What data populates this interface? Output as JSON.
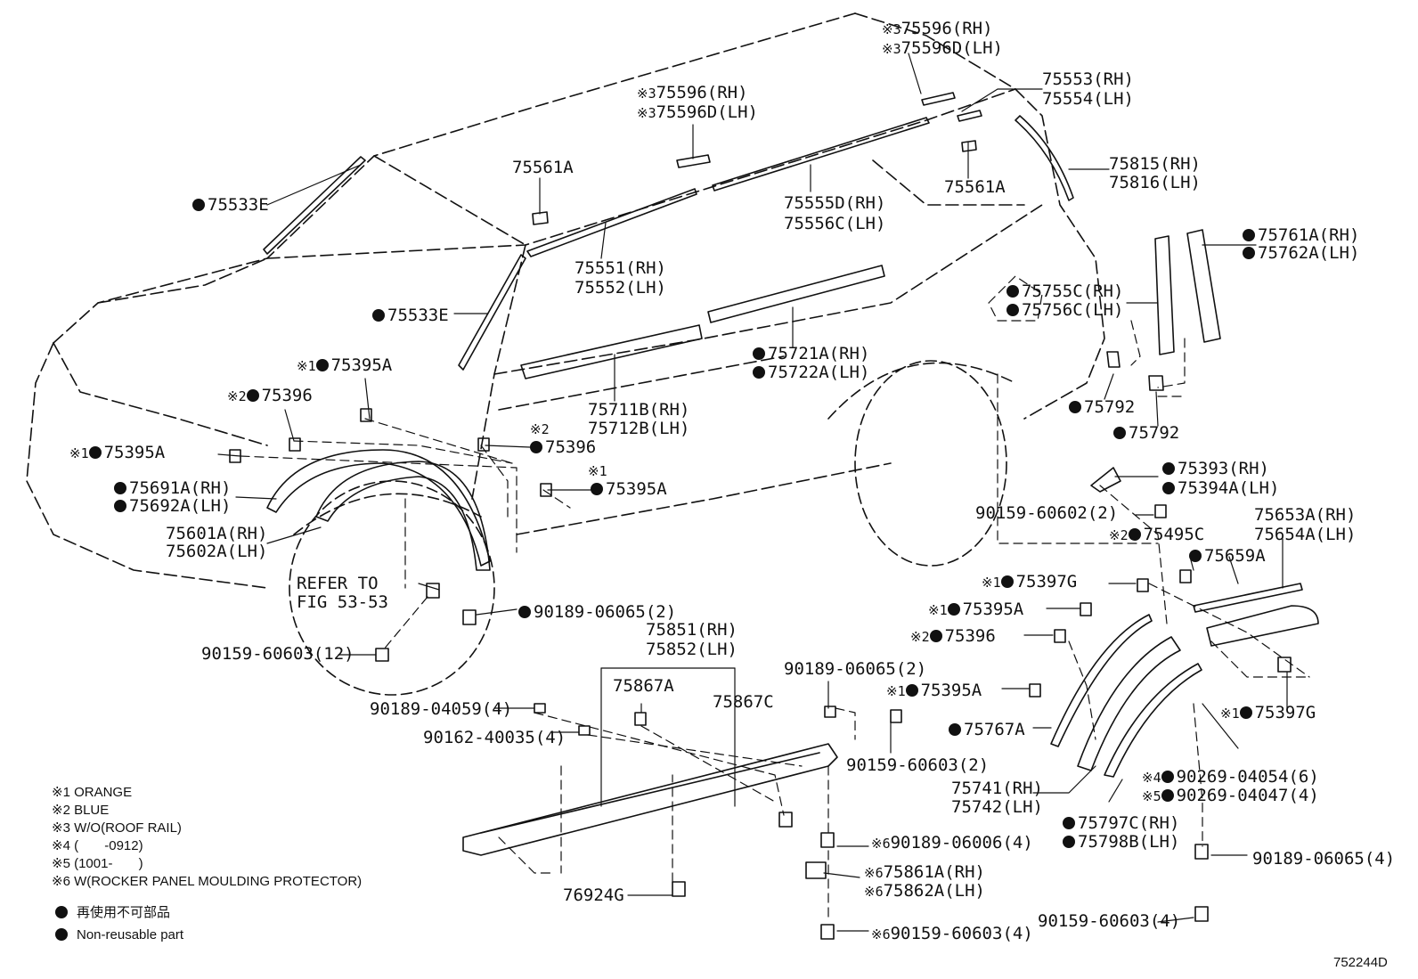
{
  "colors": {
    "ink": "#111111",
    "background": "#ffffff"
  },
  "parts": {
    "p75596_roof_rear_rh": "75596(RH)",
    "p75596_roof_rear_lh": "75596D(LH)",
    "p75596_roof_mid_rh": "75596(RH)",
    "p75596_roof_mid_lh": "75596D(LH)",
    "p75553": "75553(RH)",
    "p75554": "75554(LH)",
    "p75561a_front": "75561A",
    "p75561a_rear": "75561A",
    "p75815": "75815(RH)",
    "p75816": "75816(LH)",
    "p75533e_top": "75533E",
    "p75533e_lower": "75533E",
    "p75555d": "75555D(RH)",
    "p75556c": "75556C(LH)",
    "p75551": "75551(RH)",
    "p75552": "75552(LH)",
    "p75761a": "75761A(RH)",
    "p75762a": "75762A(LH)",
    "p75755c": "75755C(RH)",
    "p75756c": "75756C(LH)",
    "p75721a": "75721A(RH)",
    "p75722a": "75722A(LH)",
    "p75395a_1": "75395A",
    "p75396_1": "75396",
    "p75711b": "75711B(RH)",
    "p75712b": "75712B(LH)",
    "p75792_a": "75792",
    "p75792_b": "75792",
    "p75395a_2": "75395A",
    "p75396_2": "75396",
    "p75395a_3": "75395A",
    "p75393": "75393(RH)",
    "p75394a": "75394A(LH)",
    "p75691a": "75691A(RH)",
    "p75692a": "75692A(LH)",
    "p90159_60602": "90159-60602(2)",
    "p75495c": "75495C",
    "p75653a": "75653A(RH)",
    "p75654a": "75654A(LH)",
    "p75601a": "75601A(RH)",
    "p75602a": "75602A(LH)",
    "p75659a": "75659A",
    "refer_to": "REFER TO",
    "fig_ref": "FIG 53-53",
    "p75397g_1": "75397G",
    "p90189_06065_2a": "90189-06065(2)",
    "p75395a_4": "75395A",
    "p75851": "75851(RH)",
    "p75852": "75852(LH)",
    "p75396_3": "75396",
    "p90159_60603_12": "90159-60603(12)",
    "p75867a": "75867A",
    "p90189_06065_2b": "90189-06065(2)",
    "p75867c": "75867C",
    "p75395a_5": "75395A",
    "p90189_04059": "90189-04059(4)",
    "p75397g_2": "75397G",
    "p90162_40035": "90162-40035(4)",
    "p75767a": "75767A",
    "p90269_04054": "90269-04054(6)",
    "p90159_60603_2": "90159-60603(2)",
    "p75741": "75741(RH)",
    "p75742": "75742(LH)",
    "p90269_04047": "90269-04047(4)",
    "p75797c": "75797C(RH)",
    "p75798b": "75798B(LH)",
    "p90189_06006": "90189-06006(4)",
    "p90189_06065_4": "90189-06065(4)",
    "p75861a": "75861A(RH)",
    "p75862a": "75862A(LH)",
    "p76924g": "76924G",
    "p90159_60603_4": "90159-60603(4)",
    "p90159_60603_4b": "90159-60603(4)"
  },
  "marks": {
    "m1": "※1",
    "m2": "※2",
    "m3": "※3",
    "m4": "※4",
    "m5": "※5",
    "m6": "※6"
  },
  "legend": {
    "n1": "※1 ORANGE",
    "n2": "※2 BLUE",
    "n3": "※3 W/O(ROOF RAIL)",
    "n4": "※4 (       -0912)",
    "n5": "※5 (1001-       )",
    "n6": "※6 W(ROCKER PANEL MOULDING PROTECTOR)",
    "jp": "再使用不可部品",
    "en": "Non-reusable part"
  },
  "figure_number": "752244D"
}
